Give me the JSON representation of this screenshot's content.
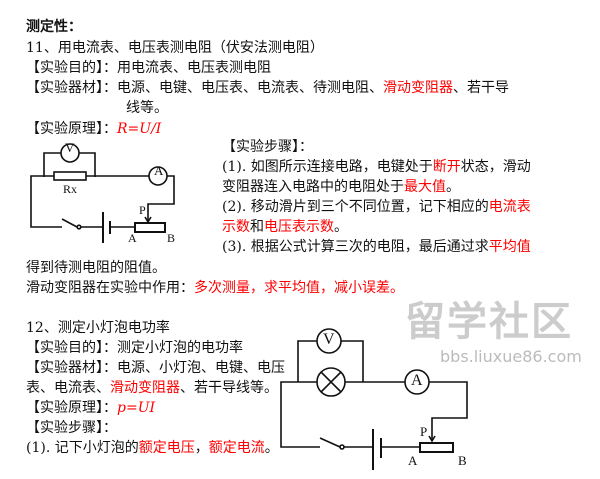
{
  "heading": "测定性：",
  "exp11": {
    "title": "11、用电流表、电压表测电阻（伏安法测电阻）",
    "purpose_label": "【实验目的】：",
    "purpose": "用电流表、电压表测电阻",
    "equip_label": "【实验器材】：",
    "equip_a": "电源、电键、电压表、电流表、待测电阻、",
    "equip_red": "滑动变阻器",
    "equip_b": "、若干导",
    "equip_c": "线等。",
    "principle_label": "【实验原理】：",
    "principle": "R=U/I",
    "steps_label": "【实验步骤】：",
    "s1a": "(1). 如图所示连接电路，电键处于",
    "s1r": "断开",
    "s1b": "状态，滑动",
    "s1c": "变阻器连入电路中的电阻处于",
    "s1r2": "最大值",
    "s1d": "。",
    "s2a": "(2). 移动滑片到三个不同位置，记下相应的",
    "s2r": "电流表",
    "s2r2": "示数",
    "s2b": "和",
    "s2r3": "电压表示数",
    "s2c": "。",
    "s3a": "(3). 根据公式计算三次的电阻，最后通过求",
    "s3r": "平均值",
    "s3b": "得到待测电阻的阻值。",
    "role_label": "滑动变阻器在实验中作用：",
    "role": "多次测量，求平均值，减小误差。",
    "circuit": {
      "voltmeter": "V",
      "ammeter": "A",
      "resistor": "Rx",
      "slider": "P",
      "end_a": "A",
      "end_b": "B"
    }
  },
  "exp12": {
    "title": "12、测定小灯泡电功率",
    "purpose_label": "【实验目的】：",
    "purpose": "测定小灯泡的电功率",
    "equip_label": "【实验器材】：",
    "equip_a": "电源、小灯泡、电键、电压",
    "equip_b": "表、电流表、",
    "equip_red": "滑动变阻器",
    "equip_c": "、若干导线等。",
    "principle_label": "【实验原理】：",
    "principle": "p=UI",
    "steps_label": "【实验步骤】：",
    "s1a": "(1). 记下小灯泡的",
    "s1r": "额定电压",
    "s1b": "，",
    "s1r2": "额定电流",
    "s1c": "。",
    "circuit": {
      "voltmeter": "V",
      "ammeter": "A",
      "slider": "P",
      "end_a": "A",
      "end_b": "B"
    }
  },
  "watermark": {
    "logo": "留学社区",
    "url": "bbs.liuxue86.com"
  }
}
